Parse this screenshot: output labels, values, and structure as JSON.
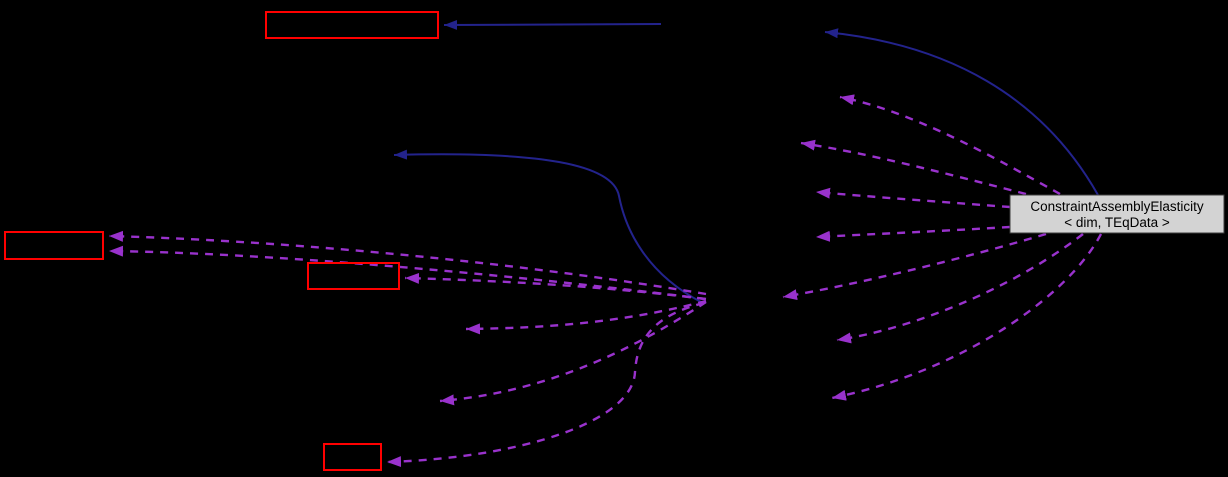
{
  "diagram": {
    "type": "collaboration-graph",
    "main_node": {
      "line1": "ConstraintAssemblyElasticity",
      "line2": "< dim, TEqData >"
    },
    "colors": {
      "background": "#000000",
      "empty_node_border": "#ff0000",
      "main_node_fill": "#d3d3d3",
      "main_node_border": "#3c3c3c",
      "main_node_text": "#000000",
      "inheritance_edge": "#23238c",
      "usage_edge": "#9932cc"
    },
    "edge_styles": {
      "inheritance": "solid",
      "usage": "dashed"
    },
    "counts": {
      "empty_red_nodes": 4,
      "inheritance_edges": 3,
      "usage_edges": 13
    }
  }
}
